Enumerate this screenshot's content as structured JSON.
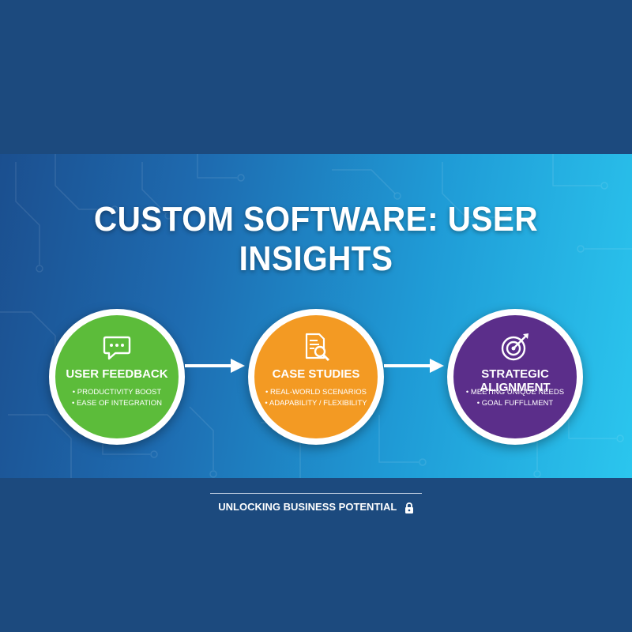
{
  "title": "CUSTOM SOFTWARE: USER INSIGHTS",
  "colors": {
    "background": "#1c4a7e",
    "feedback": "#5cbc3a",
    "case_studies": "#f39a23",
    "alignment": "#5b2e8a"
  },
  "nodes": [
    {
      "label": "USER FEEDBACK",
      "icon": "speech-bubble-icon",
      "bullets": [
        "PRODUCTIVITY BOOST",
        "EASE OF INTEGRATION"
      ]
    },
    {
      "label": "CASE STUDIES",
      "icon": "document-search-icon",
      "bullets": [
        "REAL-WORLD SCENARIOS",
        "ADAPABILITY / FLEXIBILITY"
      ]
    },
    {
      "label": "STRATEGIC ALIGNMENT",
      "icon": "target-icon",
      "bullets": [
        "MEETING UNIQUE NEEDS",
        "GOAL FUFFLLMENT"
      ]
    }
  ],
  "footer": {
    "text": "UNLOCKING BUSINESS POTENTIAL",
    "icon": "lock-icon"
  }
}
